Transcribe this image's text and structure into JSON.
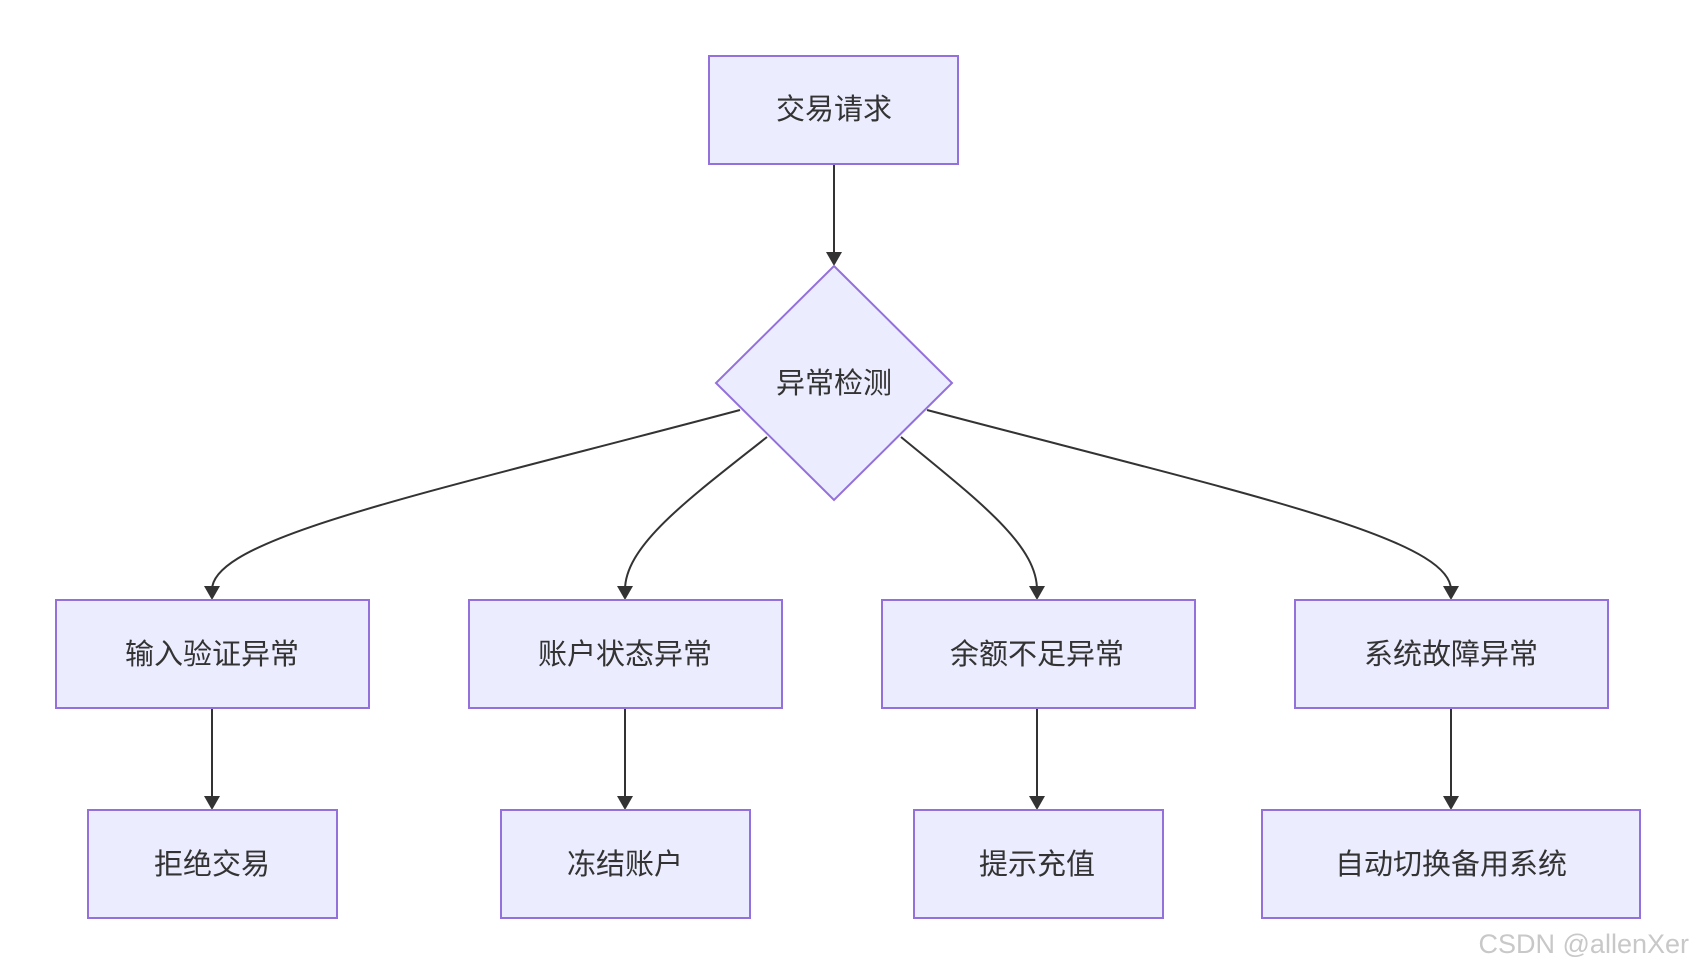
{
  "diagram": {
    "colors": {
      "node_fill": "#ececff",
      "node_border": "#9370db",
      "edge": "#333333",
      "text": "#333333",
      "watermark": "#c8c8c8"
    },
    "nodes": {
      "request": "交易请求",
      "detect": "异常检测",
      "input_error": "输入验证异常",
      "account_error": "账户状态异常",
      "balance_error": "余额不足异常",
      "system_error": "系统故障异常",
      "reject": "拒绝交易",
      "freeze": "冻结账户",
      "recharge": "提示充值",
      "failover": "自动切换备用系统"
    }
  },
  "watermark": {
    "text": "CSDN @allenXer"
  }
}
